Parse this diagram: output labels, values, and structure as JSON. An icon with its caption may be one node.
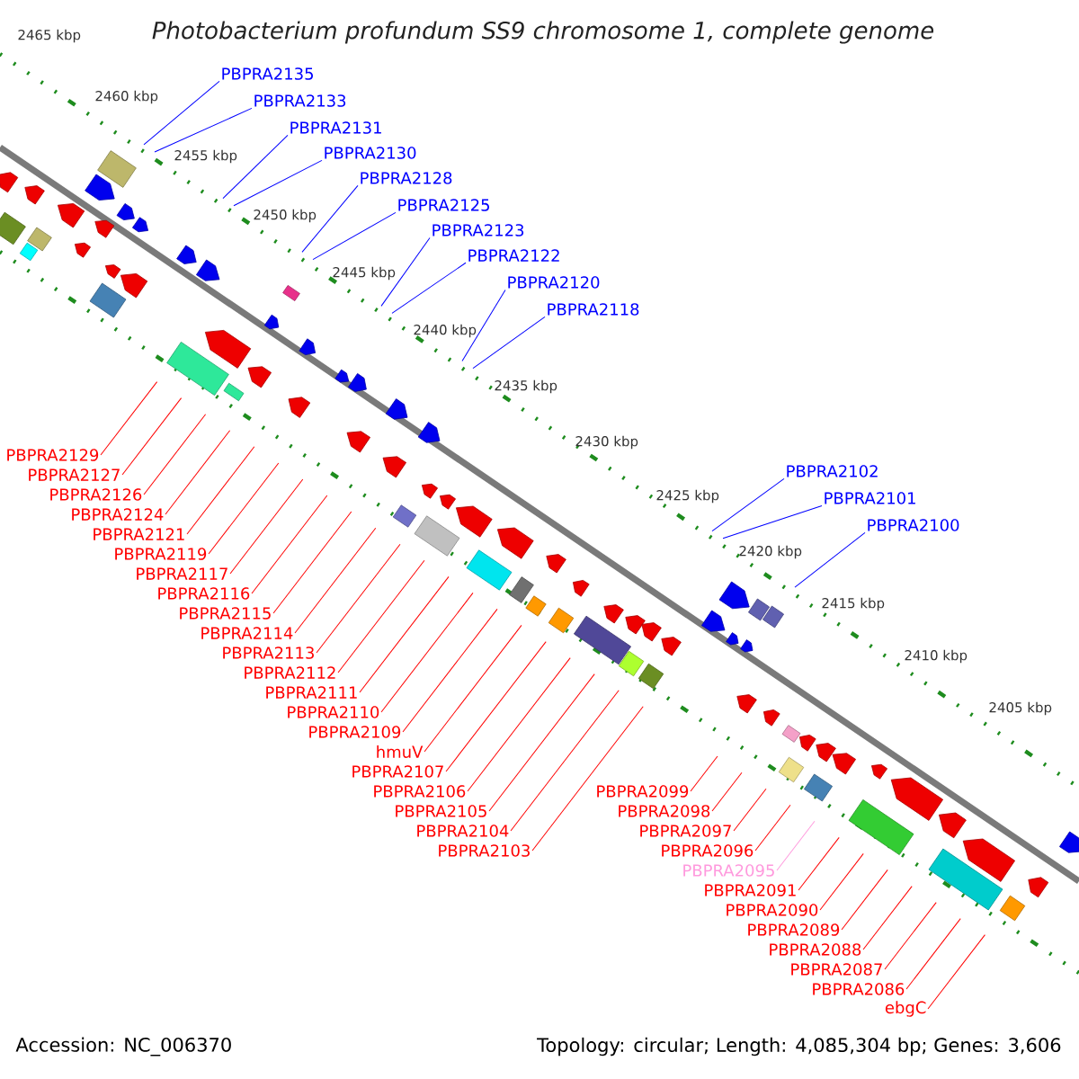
{
  "diagram": {
    "title": "Photobacterium profundum SS9 chromosome 1, complete genome",
    "nodes": [
      {
        "text": [
          "PBPRA2135"
        ]
      },
      {
        "text": [
          "PBPRA2133"
        ]
      },
      {
        "text": [
          "PBPRA2131"
        ]
      },
      {
        "text": [
          "PBPRA2130"
        ]
      },
      {
        "text": [
          "PBPRA2128"
        ]
      },
      {
        "text": [
          "PBPRA2125"
        ]
      },
      {
        "text": [
          "PBPRA2123"
        ]
      },
      {
        "text": [
          "PBPRA2122"
        ]
      },
      {
        "text": [
          "PBPRA2120"
        ]
      },
      {
        "text": [
          "PBPRA2118"
        ]
      },
      {
        "text": [
          "PBPRA2102"
        ]
      },
      {
        "text": [
          "PBPRA2101"
        ]
      },
      {
        "text": [
          "PBPRA2100"
        ]
      },
      {
        "text": [
          "PBPRA2129"
        ]
      },
      {
        "text": [
          "PBPRA2127"
        ]
      },
      {
        "text": [
          "PBPRA2126"
        ]
      },
      {
        "text": [
          "PBPRA2124"
        ]
      },
      {
        "text": [
          "PBPRA2121"
        ]
      },
      {
        "text": [
          "PBPRA2119"
        ]
      },
      {
        "text": [
          "PBPRA2117"
        ]
      },
      {
        "text": [
          "PBPRA2115"
        ]
      },
      {
        "text": [
          "PBPRA2116"
        ]
      },
      {
        "text": [
          "PBPRA2113"
        ]
      },
      {
        "text": [
          "PBPRA2111"
        ]
      },
      {
        "text": [
          "PBPRA2114"
        ]
      },
      {
        "text": [
          "PBPRA2109"
        ]
      },
      {
        "text": [
          "PBPRA2112"
        ]
      },
      {
        "text": [
          "PBPRA2107"
        ]
      },
      {
        "text": [
          "PBPRA2104"
        ]
      },
      {
        "text": [
          "PBPRA2110"
        ]
      },
      {
        "text": [
          "PBPRA2105"
        ]
      },
      {
        "text": [
          "PBPRA2106"
        ]
      },
      {
        "text": [
          "hmuV"
        ]
      },
      {
        "text": [
          "PBPRA2103"
        ]
      },
      {
        "text": [
          "PBPRA2099"
        ]
      },
      {
        "text": [
          "PBPRA2098"
        ]
      },
      {
        "text": [
          "PBPRA2095"
        ]
      },
      {
        "text": [
          "PBPRA2097"
        ]
      },
      {
        "text": [
          "PBPRA2089"
        ]
      },
      {
        "text": [
          "PBPRA2091"
        ]
      },
      {
        "text": [
          "PBPRA2087"
        ]
      },
      {
        "text": [
          "PBPRA2096"
        ]
      },
      {
        "text": [
          "PBPRA2088"
        ]
      },
      {
        "text": [
          "PBPRA2086"
        ]
      },
      {
        "text": [
          "PBPRA2090"
        ]
      },
      {
        "text": [
          "ebgC"
        ]
      }
    ],
    "edges": [
      {
        "from": 0,
        "to": null,
        "arrow": "none",
        "color": "#0000ff"
      },
      {
        "from": 1,
        "to": null,
        "arrow": "none",
        "color": "#0000ff"
      },
      {
        "from": 2,
        "to": null,
        "arrow": "none",
        "color": "#0000ff"
      },
      {
        "from": 3,
        "to": null,
        "arrow": "none",
        "color": "#0000ff"
      },
      {
        "from": 4,
        "to": null,
        "arrow": "none",
        "color": "#0000ff"
      },
      {
        "from": 5,
        "to": null,
        "arrow": "none",
        "color": "#0000ff"
      },
      {
        "from": 6,
        "to": null,
        "arrow": "none",
        "color": "#0000ff"
      },
      {
        "from": 7,
        "to": null,
        "arrow": "none",
        "color": "#0000ff"
      },
      {
        "from": 8,
        "to": null,
        "arrow": "none",
        "color": "#0000ff"
      },
      {
        "from": 9,
        "to": null,
        "arrow": "none",
        "color": "#0000ff"
      },
      {
        "from": 10,
        "to": null,
        "arrow": "none",
        "color": "#0000ff"
      },
      {
        "from": 11,
        "to": null,
        "arrow": "none",
        "color": "#0000ff"
      },
      {
        "from": 12,
        "to": null,
        "arrow": "none",
        "color": "#0000ff"
      },
      {
        "from": 13,
        "to": null,
        "arrow": "none"
      },
      {
        "from": 14,
        "to": null,
        "arrow": "none"
      },
      {
        "from": 15,
        "to": null,
        "arrow": "none"
      },
      {
        "from": 16,
        "to": null,
        "arrow": "none"
      },
      {
        "from": 17,
        "to": null,
        "arrow": "none"
      },
      {
        "from": 18,
        "to": null,
        "arrow": "none"
      },
      {
        "from": 19,
        "to": null,
        "arrow": "none"
      },
      {
        "from": 20,
        "to": null,
        "arrow": "none"
      },
      {
        "from": 21,
        "to": null,
        "arrow": "none"
      },
      {
        "from": 22,
        "to": null,
        "arrow": "none"
      },
      {
        "from": 23,
        "to": null,
        "arrow": "none"
      },
      {
        "from": 24,
        "to": null,
        "arrow": "none"
      },
      {
        "from": 25,
        "to": null,
        "arrow": "none"
      },
      {
        "from": 26,
        "to": null,
        "arrow": "none"
      },
      {
        "from": 27,
        "to": null,
        "arrow": "none"
      },
      {
        "from": 28,
        "to": null,
        "arrow": "none"
      },
      {
        "from": 29,
        "to": null,
        "arrow": "none"
      },
      {
        "from": 30,
        "to": null,
        "arrow": "none"
      },
      {
        "from": 31,
        "to": null,
        "arrow": "none"
      },
      {
        "from": 32,
        "to": null,
        "arrow": "none"
      },
      {
        "from": 33,
        "to": null,
        "arrow": "none"
      },
      {
        "from": 34,
        "to": null,
        "arrow": "none"
      },
      {
        "from": 35,
        "to": null,
        "arrow": "none"
      },
      {
        "from": 36,
        "to": null,
        "arrow": "none",
        "color": "#ff99dd"
      },
      {
        "from": 37,
        "to": null,
        "arrow": "none"
      },
      {
        "from": 38,
        "to": null,
        "arrow": "none"
      },
      {
        "from": 39,
        "to": null,
        "arrow": "none"
      },
      {
        "from": 40,
        "to": null,
        "arrow": "none"
      },
      {
        "from": 41,
        "to": null,
        "arrow": "none"
      },
      {
        "from": 42,
        "to": null,
        "arrow": "none"
      },
      {
        "from": 43,
        "to": null,
        "arrow": "none"
      },
      {
        "from": 44,
        "to": null,
        "arrow": "none"
      },
      {
        "from": 45,
        "to": null,
        "arrow": "none"
      }
    ],
    "labels": [
      "2465 kbp",
      "2460 kbp",
      "2455 kbp",
      "2450 kbp",
      "2445 kbp",
      "2440 kbp",
      "2435 kbp",
      "2430 kbp",
      "2425 kbp",
      "2420 kbp",
      "2415 kbp",
      "2410 kbp",
      "2405 kbp",
      "Accession: NC_006370",
      "Topology: circular; Length: 4,085,304 bp; Genes: 3,606"
    ]
  }
}
